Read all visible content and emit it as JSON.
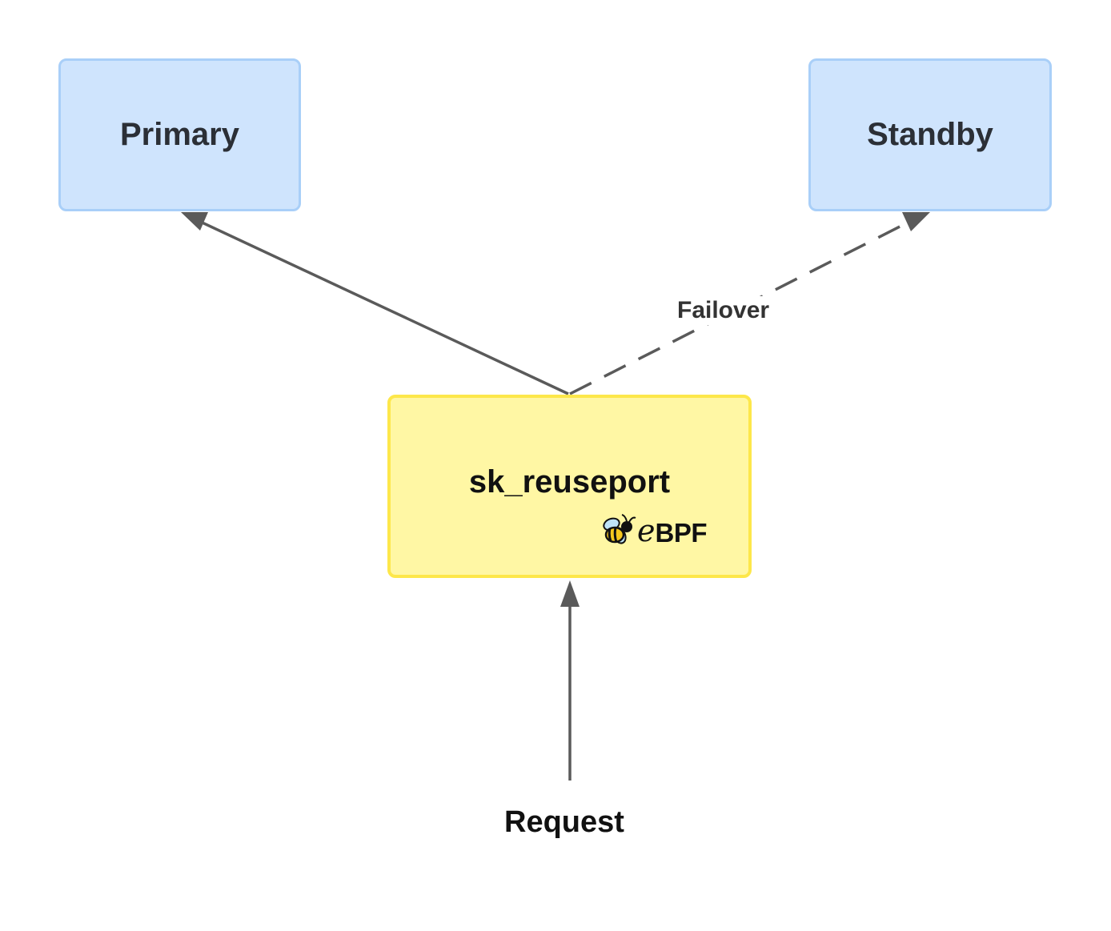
{
  "diagram": {
    "nodes": {
      "primary": {
        "label": "Primary"
      },
      "standby": {
        "label": "Standby"
      },
      "sk_reuseport": {
        "label": "sk_reuseport",
        "badge_text": "BPF",
        "badge_prefix": "e",
        "badge_icon": "bee-icon"
      }
    },
    "edges": {
      "to_primary": {
        "label": "",
        "style": "solid"
      },
      "to_standby": {
        "label": "Failover",
        "style": "dashed"
      },
      "from_request": {
        "label": "",
        "style": "solid"
      }
    },
    "request_label": "Request"
  },
  "colors": {
    "blue_fill": "#cfe4fd",
    "blue_border": "#a9cff8",
    "yellow_fill": "#fff7a4",
    "yellow_border": "#fde74a",
    "edge": "#5a5a5a"
  }
}
